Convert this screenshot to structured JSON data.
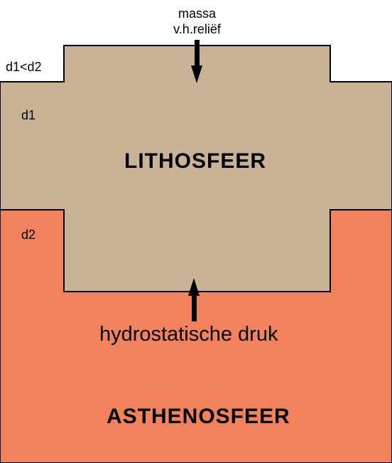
{
  "diagram": {
    "top_label_line1": "massa",
    "top_label_line2": "v.h.reliëf",
    "left_compare_label": "d1<d2",
    "d1_label": "d1",
    "d2_label": "d2",
    "lithosphere_label": "LITHOSFEER",
    "pressure_label": "hydrostatische druk",
    "asthenosphere_label": "ASTHENOSFEER"
  },
  "colors": {
    "lithosphere": "#c9b296",
    "asthenosphere": "#f2825c",
    "outline": "#000000"
  },
  "icons": {
    "down_arrow": "arrow-down-icon",
    "up_arrow": "arrow-up-icon"
  }
}
